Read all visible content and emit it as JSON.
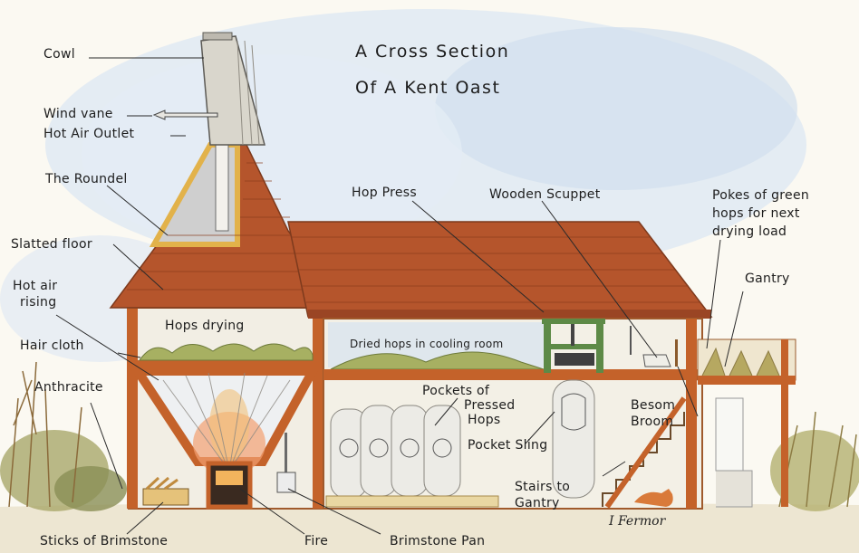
{
  "title": {
    "line1": "A Cross Section",
    "line2": "Of A Kent Oast"
  },
  "labels": {
    "cowl": "Cowl",
    "wind_vane": "Wind vane",
    "hot_air_outlet": "Hot Air Outlet",
    "roundel": "The Roundel",
    "slatted_floor": "Slatted floor",
    "hot_air_rising": [
      "Hot air",
      "rising"
    ],
    "hops_drying": "Hops drying",
    "hair_cloth": "Hair cloth",
    "anthracite": "Anthracite",
    "hop_press": "Hop Press",
    "wooden_scuppet": "Wooden Scuppet",
    "pokes": [
      "Pokes of green",
      "hops for next",
      "drying load"
    ],
    "gantry": "Gantry",
    "dried_hops": "Dried hops in cooling room",
    "pockets": [
      "Pockets of",
      "Pressed",
      "Hops"
    ],
    "besom_broom": [
      "Besom",
      "Broom"
    ],
    "pocket_sling": "Pocket Sling",
    "stairs": [
      "Stairs to",
      "Gantry"
    ],
    "sticks_brimstone": "Sticks of Brimstone",
    "fire": "Fire",
    "brimstone_pan": "Brimstone Pan"
  },
  "signature": "I Fermor",
  "colors": {
    "roof_tile": "#b5552c",
    "timber": "#c4622a",
    "sky": "#dbe6f2",
    "hops": "#a7b062",
    "press_green": "#5d8a47",
    "sacks": "#ece9de",
    "cowl": "#d9d6cc"
  }
}
